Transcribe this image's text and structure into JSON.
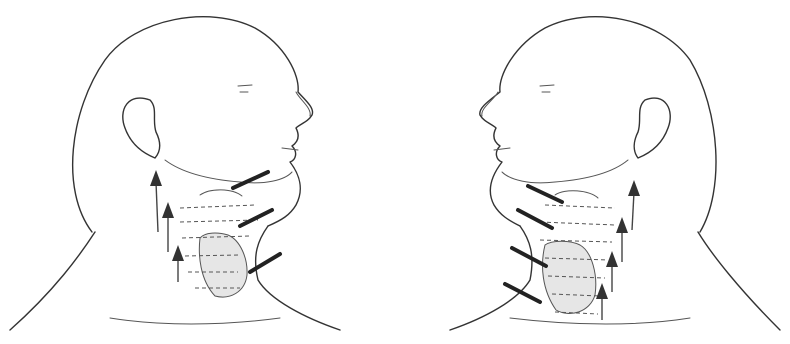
{
  "figure": {
    "panels": [
      {
        "id": "left",
        "facing": "right"
      },
      {
        "id": "right",
        "facing": "left"
      }
    ],
    "stroke_color": "#333333",
    "background_color": "#ffffff"
  }
}
